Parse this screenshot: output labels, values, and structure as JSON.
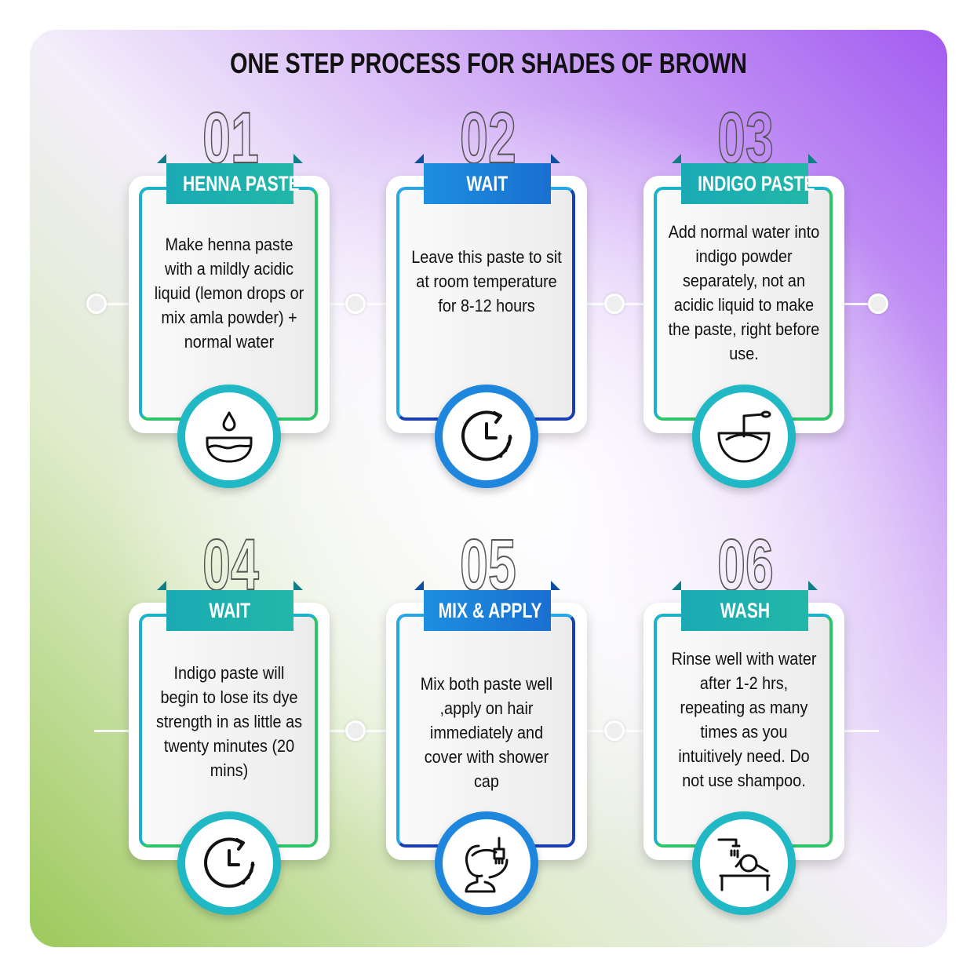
{
  "title": "ONE STEP PROCESS FOR SHADES OF BROWN",
  "colors": {
    "teal": "#1aaab5",
    "green": "#2fc46a",
    "blue": "#1c8fe0",
    "navy": "#1a3fb0"
  },
  "steps": [
    {
      "number": "01",
      "label": "HENNA PASTE",
      "text": "Make henna paste with a mildly acidic liquid (lemon drops or mix amla powder) + normal water",
      "icon": "water-bowl-icon"
    },
    {
      "number": "02",
      "label": "WAIT",
      "text": "Leave this paste to sit at room temperature for 8-12 hours",
      "icon": "clock-icon"
    },
    {
      "number": "03",
      "label": "INDIGO PASTE",
      "text": "Add normal water into indigo powder separately, not an acidic liquid to make the paste, right before use.",
      "icon": "mixing-bowl-icon"
    },
    {
      "number": "04",
      "label": "WAIT",
      "text": "Indigo paste will begin to lose its dye strength in as little as twenty minutes (20 mins)",
      "icon": "clock-icon"
    },
    {
      "number": "05",
      "label": "MIX & APPLY",
      "text": "Mix both paste well ,apply on hair immediately and cover with shower cap",
      "icon": "hair-dye-brush-icon"
    },
    {
      "number": "06",
      "label": "WASH",
      "text": "Rinse well with water after 1-2 hrs, repeating as many times as you intuitively need. Do not use shampoo.",
      "icon": "hair-wash-icon"
    }
  ]
}
